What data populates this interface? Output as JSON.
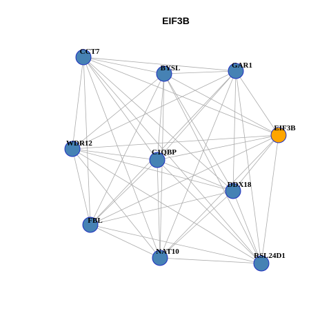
{
  "title": "EIF3B",
  "colors": {
    "default_node": "#4682B4",
    "highlight_node": "#FFA500",
    "node_border": "#1F2FBF",
    "edge": "#AAAAAA"
  },
  "nodes": [
    {
      "id": "CCT7",
      "label": "CCT7",
      "highlight": false
    },
    {
      "id": "BYSL",
      "label": "BYSL",
      "highlight": false
    },
    {
      "id": "GAR1",
      "label": "GAR1",
      "highlight": false
    },
    {
      "id": "EIF3B",
      "label": "EIF3B",
      "highlight": true
    },
    {
      "id": "WDR12",
      "label": "WDR12",
      "highlight": false
    },
    {
      "id": "C1QBP",
      "label": "C1QBP",
      "highlight": false
    },
    {
      "id": "DDX18",
      "label": "DDX18",
      "highlight": false
    },
    {
      "id": "FBL",
      "label": "FBL",
      "highlight": false
    },
    {
      "id": "NAT10",
      "label": "NAT10",
      "highlight": false
    },
    {
      "id": "RSL24D1",
      "label": "RSL24D1",
      "highlight": false
    }
  ],
  "edges": [
    [
      "CCT7",
      "BYSL"
    ],
    [
      "CCT7",
      "GAR1"
    ],
    [
      "CCT7",
      "EIF3B"
    ],
    [
      "CCT7",
      "WDR12"
    ],
    [
      "CCT7",
      "C1QBP"
    ],
    [
      "CCT7",
      "DDX18"
    ],
    [
      "CCT7",
      "FBL"
    ],
    [
      "CCT7",
      "NAT10"
    ],
    [
      "CCT7",
      "RSL24D1"
    ],
    [
      "BYSL",
      "GAR1"
    ],
    [
      "BYSL",
      "EIF3B"
    ],
    [
      "BYSL",
      "WDR12"
    ],
    [
      "BYSL",
      "C1QBP"
    ],
    [
      "BYSL",
      "DDX18"
    ],
    [
      "BYSL",
      "FBL"
    ],
    [
      "BYSL",
      "NAT10"
    ],
    [
      "BYSL",
      "RSL24D1"
    ],
    [
      "GAR1",
      "EIF3B"
    ],
    [
      "GAR1",
      "WDR12"
    ],
    [
      "GAR1",
      "C1QBP"
    ],
    [
      "GAR1",
      "DDX18"
    ],
    [
      "GAR1",
      "FBL"
    ],
    [
      "GAR1",
      "NAT10"
    ],
    [
      "GAR1",
      "RSL24D1"
    ],
    [
      "EIF3B",
      "WDR12"
    ],
    [
      "EIF3B",
      "C1QBP"
    ],
    [
      "EIF3B",
      "DDX18"
    ],
    [
      "EIF3B",
      "FBL"
    ],
    [
      "EIF3B",
      "NAT10"
    ],
    [
      "EIF3B",
      "RSL24D1"
    ],
    [
      "WDR12",
      "C1QBP"
    ],
    [
      "WDR12",
      "DDX18"
    ],
    [
      "WDR12",
      "FBL"
    ],
    [
      "WDR12",
      "NAT10"
    ],
    [
      "WDR12",
      "RSL24D1"
    ],
    [
      "C1QBP",
      "DDX18"
    ],
    [
      "C1QBP",
      "FBL"
    ],
    [
      "C1QBP",
      "NAT10"
    ],
    [
      "C1QBP",
      "RSL24D1"
    ],
    [
      "DDX18",
      "FBL"
    ],
    [
      "DDX18",
      "NAT10"
    ],
    [
      "DDX18",
      "RSL24D1"
    ],
    [
      "FBL",
      "NAT10"
    ],
    [
      "FBL",
      "RSL24D1"
    ],
    [
      "NAT10",
      "RSL24D1"
    ]
  ]
}
